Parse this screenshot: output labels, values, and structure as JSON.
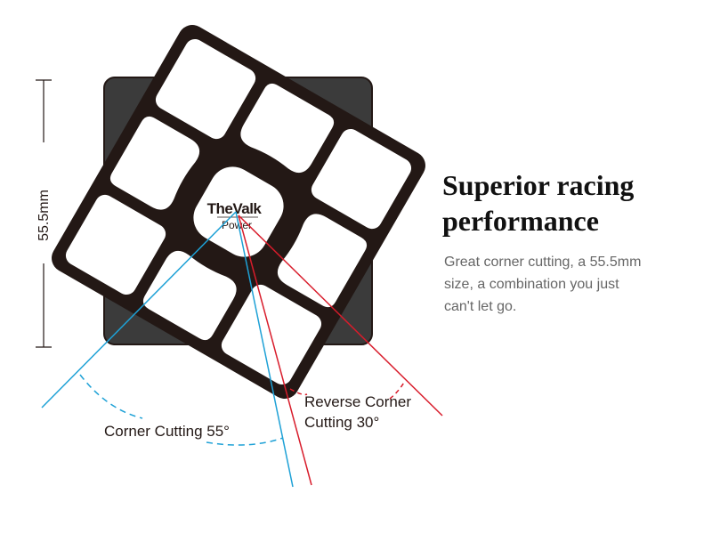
{
  "heading": {
    "line1": "Superior racing",
    "line2": "performance"
  },
  "description": {
    "line1": "Great corner cutting, a 55.5mm",
    "line2": "size, a combination you just",
    "line3": "can't let go."
  },
  "dimension": {
    "label": "55.5mm"
  },
  "logo": {
    "brand": "TheValk",
    "model": "Power"
  },
  "annotations": {
    "corner_cutting": "Corner Cutting 55°",
    "reverse_line1": "Reverse Corner",
    "reverse_line2": "Cutting 30°"
  },
  "colors": {
    "cube_border": "#231815",
    "cube_back": "#3b3b3b",
    "sticker": "#ffffff",
    "corner_cutting_line": "#1ea1d6",
    "reverse_cutting_line": "#d81c2b"
  }
}
